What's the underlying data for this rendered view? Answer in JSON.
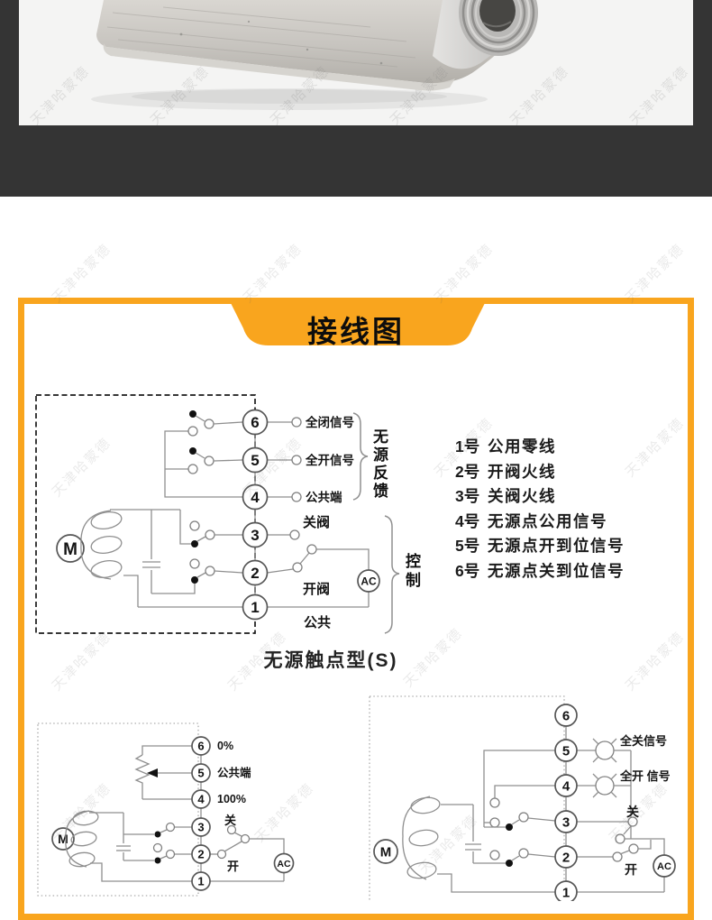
{
  "watermark": {
    "text": "天津哈蒙德"
  },
  "panel": {
    "title": "接线图",
    "top_diagram": {
      "caption": "无源触点型(S)",
      "motor": "M",
      "ac": "AC",
      "terminals": [
        "6",
        "5",
        "4",
        "3",
        "2",
        "1"
      ],
      "labels": {
        "t6": "全闭信号",
        "t5": "全开信号",
        "t4": "公共端",
        "t3": "关阀",
        "t2": "开阀",
        "t1": "公共"
      },
      "group_feedback": "无源反馈",
      "group_control": "控制"
    },
    "legend": {
      "items": [
        {
          "num": "1号",
          "desc": "公用零线"
        },
        {
          "num": "2号",
          "desc": "开阀火线"
        },
        {
          "num": "3号",
          "desc": "关阀火线"
        },
        {
          "num": "4号",
          "desc": "无源点公用信号"
        },
        {
          "num": "5号",
          "desc": "无源点开到位信号"
        },
        {
          "num": "6号",
          "desc": "无源点关到位信号"
        }
      ]
    },
    "pot_diagram": {
      "motor": "M",
      "ac": "AC",
      "terminals": [
        "6",
        "5",
        "4",
        "3",
        "2",
        "1"
      ],
      "labels": {
        "t6": "0%",
        "t5": "公共端",
        "t4": "100%",
        "t3": "关",
        "t2": "开"
      }
    },
    "lamp_diagram": {
      "motor": "M",
      "ac": "AC",
      "terminals": [
        "6",
        "5",
        "4",
        "3",
        "2",
        "1"
      ],
      "labels": {
        "t5": "全关信号",
        "t4": "全开 信号",
        "t3": "关",
        "t2": "开"
      }
    }
  },
  "colors": {
    "accent": "#F9A51E",
    "band": "#343434"
  }
}
